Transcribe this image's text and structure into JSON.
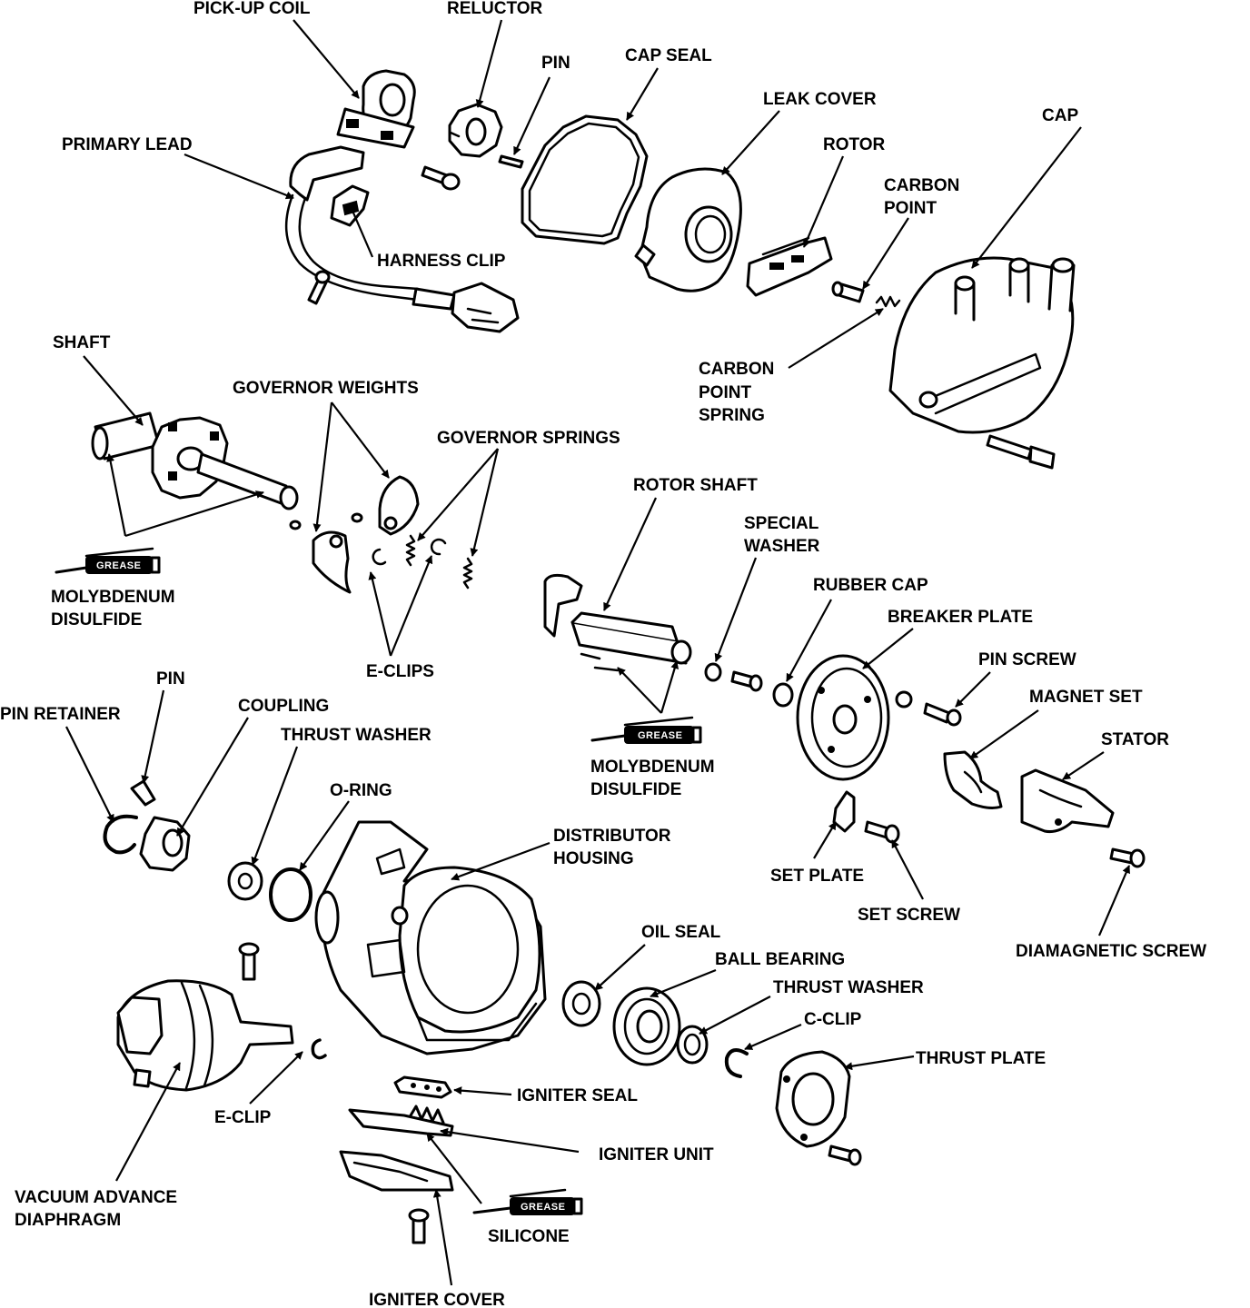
{
  "labels": {
    "pickup_coil": "PICK-UP COIL",
    "reluctor": "RELUCTOR",
    "pin_top": "PIN",
    "cap_seal": "CAP SEAL",
    "leak_cover": "LEAK COVER",
    "cap": "CAP",
    "primary_lead": "PRIMARY LEAD",
    "rotor": "ROTOR",
    "carbon_point": [
      "CARBON",
      "POINT"
    ],
    "harness_clip": "HARNESS CLIP",
    "carbon_point_spring": [
      "CARBON",
      "POINT",
      "SPRING"
    ],
    "shaft": "SHAFT",
    "governor_weights": "GOVERNOR WEIGHTS",
    "governor_springs": "GOVERNOR SPRINGS",
    "rotor_shaft": "ROTOR SHAFT",
    "special_washer": [
      "SPECIAL",
      "WASHER"
    ],
    "moly_left": [
      "MOLYBDENUM",
      "DISULFIDE"
    ],
    "rubber_cap": "RUBBER CAP",
    "breaker_plate": "BREAKER PLATE",
    "pin_screw": "PIN SCREW",
    "e_clips": "E-CLIPS",
    "pin_left": "PIN",
    "magnet_set": "MAGNET SET",
    "pin_retainer": "PIN RETAINER",
    "coupling": "COUPLING",
    "thrust_washer_left": "THRUST WASHER",
    "stator": "STATOR",
    "moly_right": [
      "MOLYBDENUM",
      "DISULFIDE"
    ],
    "o_ring": "O-RING",
    "distributor_housing": [
      "DISTRIBUTOR",
      "HOUSING"
    ],
    "set_plate": "SET PLATE",
    "set_screw": "SET SCREW",
    "oil_seal": "OIL SEAL",
    "diamagnetic_screw": "DIAMAGNETIC SCREW",
    "ball_bearing": "BALL BEARING",
    "thrust_washer_right": "THRUST WASHER",
    "c_clip": "C-CLIP",
    "thrust_plate": "THRUST PLATE",
    "igniter_seal": "IGNITER SEAL",
    "e_clip": "E-CLIP",
    "igniter_unit": "IGNITER UNIT",
    "vacuum_advance_diaphragm": [
      "VACUUM ADVANCE",
      "DIAPHRAGM"
    ],
    "silicone": "SILICONE",
    "igniter_cover": "IGNITER COVER"
  },
  "tubes": {
    "grease_left": "GREASE",
    "grease_right": "GREASE",
    "grease_bottom": "GREASE"
  }
}
